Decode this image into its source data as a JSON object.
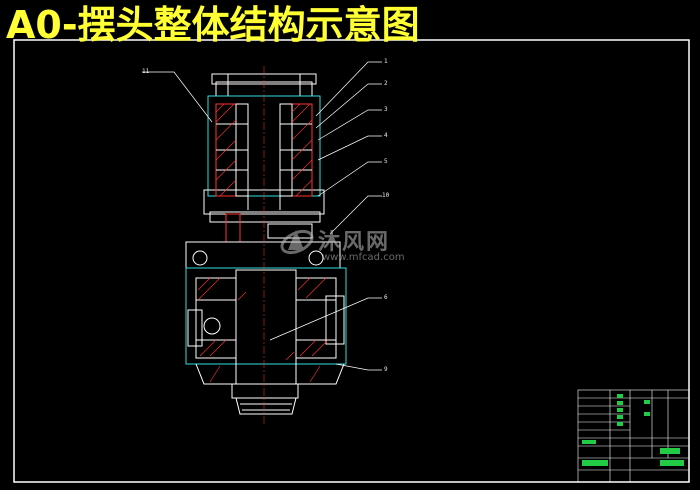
{
  "title": "A0-摆头整体结构示意图",
  "callouts": {
    "c1": "1",
    "c2": "2",
    "c3": "3",
    "c4": "4",
    "c5": "5",
    "c6": "6",
    "c9": "9",
    "c10": "10",
    "c11": "11"
  },
  "watermark": {
    "text": "沐风网",
    "url": "www.mfcad.com"
  },
  "colors": {
    "background": "#000000",
    "title": "#ffff33",
    "drawing_lines": "#ffffff",
    "hatch": "#ff3333",
    "title_block_green": "#22cc44",
    "cyan_lines": "#33dddd"
  }
}
